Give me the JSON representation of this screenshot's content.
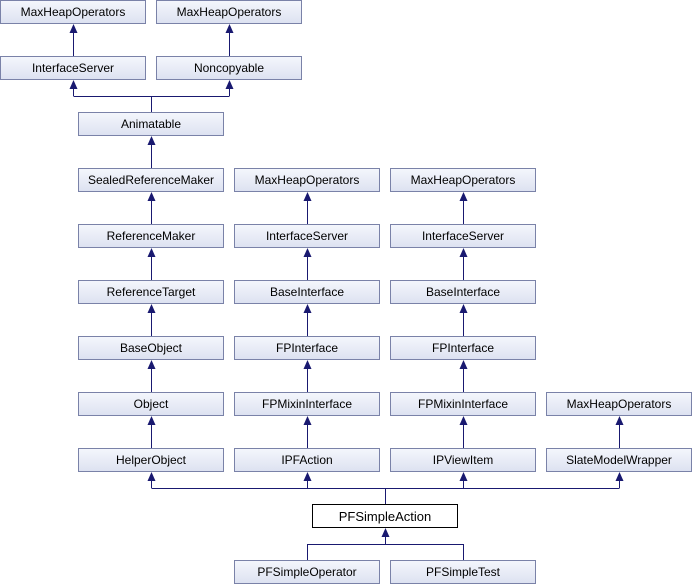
{
  "diagram": {
    "nodes": {
      "mho1": "MaxHeapOperators",
      "mho2": "MaxHeapOperators",
      "interface_server_1": "InterfaceServer",
      "noncopyable": "Noncopyable",
      "animatable": "Animatable",
      "sealed_reference_maker": "SealedReferenceMaker",
      "mho3": "MaxHeapOperators",
      "mho4": "MaxHeapOperators",
      "reference_maker": "ReferenceMaker",
      "interface_server_2": "InterfaceServer",
      "interface_server_3": "InterfaceServer",
      "reference_target": "ReferenceTarget",
      "base_interface_1": "BaseInterface",
      "base_interface_2": "BaseInterface",
      "base_object": "BaseObject",
      "fp_interface_1": "FPInterface",
      "fp_interface_2": "FPInterface",
      "object": "Object",
      "fp_mixin_interface_1": "FPMixinInterface",
      "fp_mixin_interface_2": "FPMixinInterface",
      "mho5": "MaxHeapOperators",
      "helper_object": "HelperObject",
      "ipf_action": "IPFAction",
      "ipview_item": "IPViewItem",
      "slate_model_wrapper": "SlateModelWrapper",
      "pf_simple_action": "PFSimpleAction",
      "pf_simple_operator": "PFSimpleOperator",
      "pf_simple_test": "PFSimpleTest"
    },
    "colors": {
      "edge": "#191970",
      "node_border": "#7a82a8",
      "node_fill_top": "#f4f6fc",
      "node_fill_bottom": "#dde2f1",
      "current_border": "#000000"
    }
  }
}
